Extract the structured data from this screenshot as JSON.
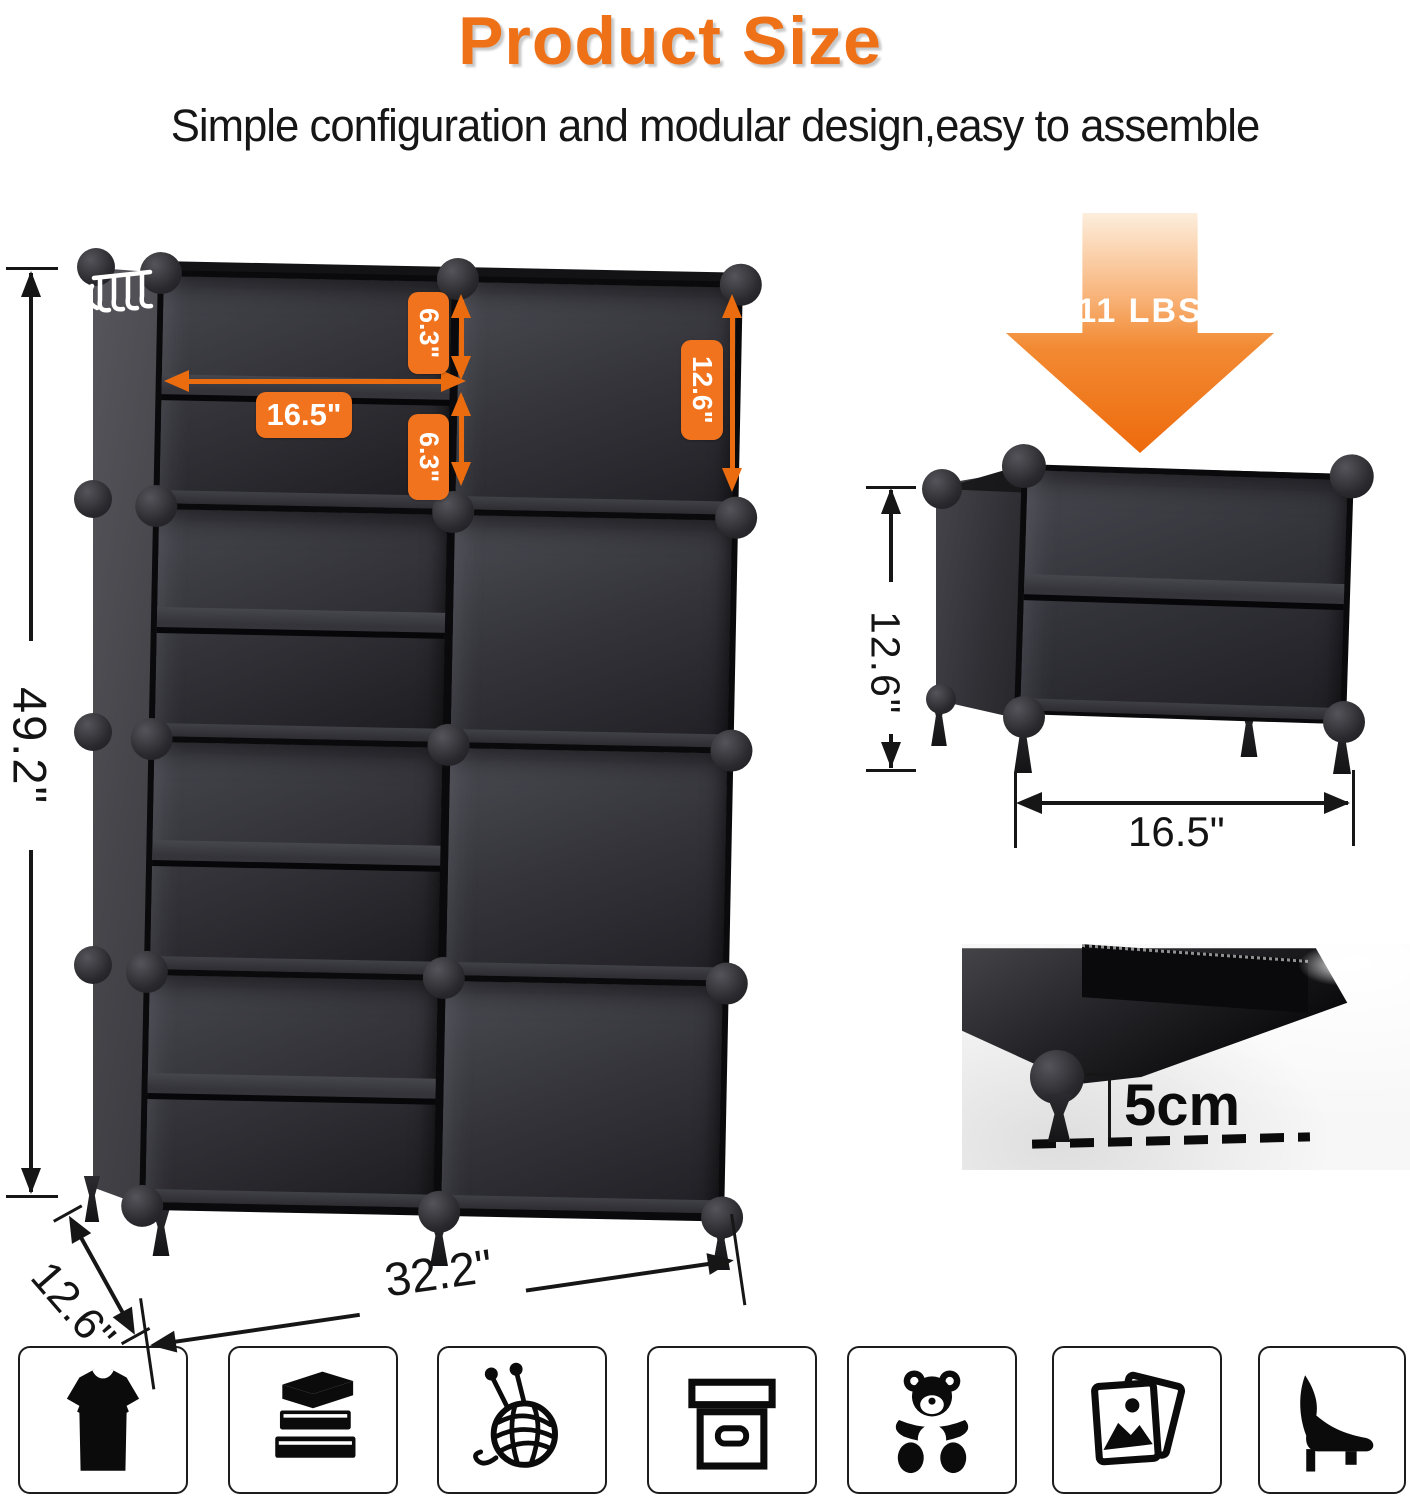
{
  "header": {
    "title": "Product Size",
    "subtitle": "Simple configuration and modular design,easy to assemble"
  },
  "colors": {
    "accent_orange": "#ee7117",
    "label_orange": "#f2731d",
    "arrow_orange": "#ea6c0e",
    "dimension_black": "#161616"
  },
  "main_unit": {
    "inner_width": "16.5\"",
    "half_height_top": "6.3\"",
    "half_height_bottom": "6.3\"",
    "cube_height": "12.6\"",
    "total_height": "49.2\"",
    "depth": "12.6\"",
    "total_width": "32.2\""
  },
  "single_cube": {
    "max_load": "11 LBS",
    "height": "12.6\"",
    "width": "16.5\""
  },
  "foot_detail": {
    "clearance": "5cm"
  },
  "storage_icons": [
    {
      "name": "tshirt-icon"
    },
    {
      "name": "books-icon"
    },
    {
      "name": "yarn-icon"
    },
    {
      "name": "storage-box-icon"
    },
    {
      "name": "teddy-bear-icon"
    },
    {
      "name": "photos-icon"
    },
    {
      "name": "high-heel-icon"
    }
  ]
}
